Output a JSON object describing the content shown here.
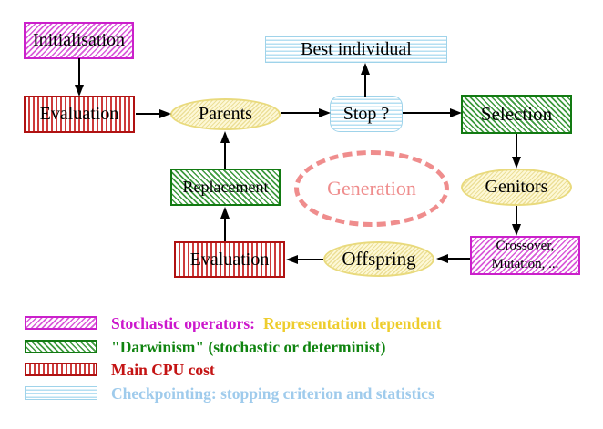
{
  "nodes": {
    "initialisation": {
      "label": "Initialisation"
    },
    "evaluation_top": {
      "label": "Evaluation"
    },
    "parents": {
      "label": "Parents"
    },
    "best_individual": {
      "label": "Best individual"
    },
    "stop": {
      "label": "Stop ?"
    },
    "selection": {
      "label": "Selection"
    },
    "replacement": {
      "label": "Replacement"
    },
    "generation": {
      "label": "Generation"
    },
    "genitors": {
      "label": "Genitors"
    },
    "evaluation_bottom": {
      "label": "Evaluation"
    },
    "offspring": {
      "label": "Offspring"
    },
    "crossover": {
      "label": "Crossover,\nMutation, ..."
    }
  },
  "legend": {
    "items": [
      {
        "swatch": "magenta-diagonal-hatch",
        "label": "Stochastic operators:",
        "label_extra": "Representation dependent"
      },
      {
        "swatch": "green-diagonal-hatch",
        "label": "\"Darwinism\" (stochastic or determinist)",
        "label_extra": ""
      },
      {
        "swatch": "red-vertical-stripes",
        "label": "Main CPU cost",
        "label_extra": ""
      },
      {
        "swatch": "blue-horizontal-stripes",
        "label": "Checkpointing: stopping criterion and statistics",
        "label_extra": ""
      }
    ]
  },
  "colors": {
    "stochastic_magenta": "#cc20cc",
    "darwinism_green": "#127a12",
    "cpu_red": "#b01212",
    "checkpoint_blue": "#9fd3ea",
    "node_yellow": "#e9da7d",
    "generation_salmon": "#ef8d8d",
    "representation_gold": "#eecd2d",
    "arrow_black": "#000000",
    "background": "#ffffff"
  }
}
